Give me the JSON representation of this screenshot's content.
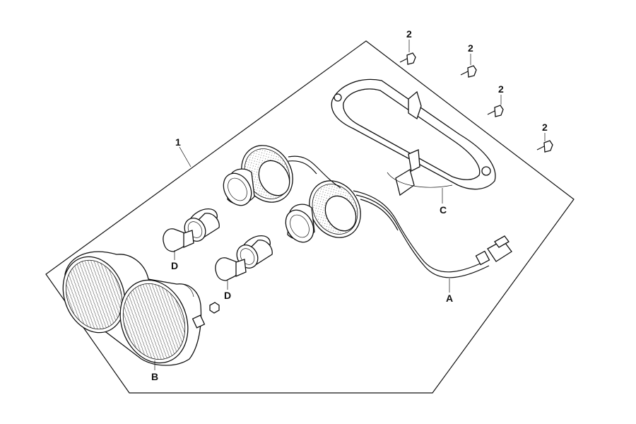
{
  "diagram": {
    "callouts": {
      "assembly": "1",
      "screw_1": "2",
      "screw_2": "2",
      "screw_3": "2",
      "screw_4": "2",
      "wire_harness": "A",
      "lens": "B",
      "bracket": "C",
      "bulb_upper": "D",
      "bulb_lower": "D"
    },
    "line_color": "#111111",
    "background": "#ffffff"
  }
}
